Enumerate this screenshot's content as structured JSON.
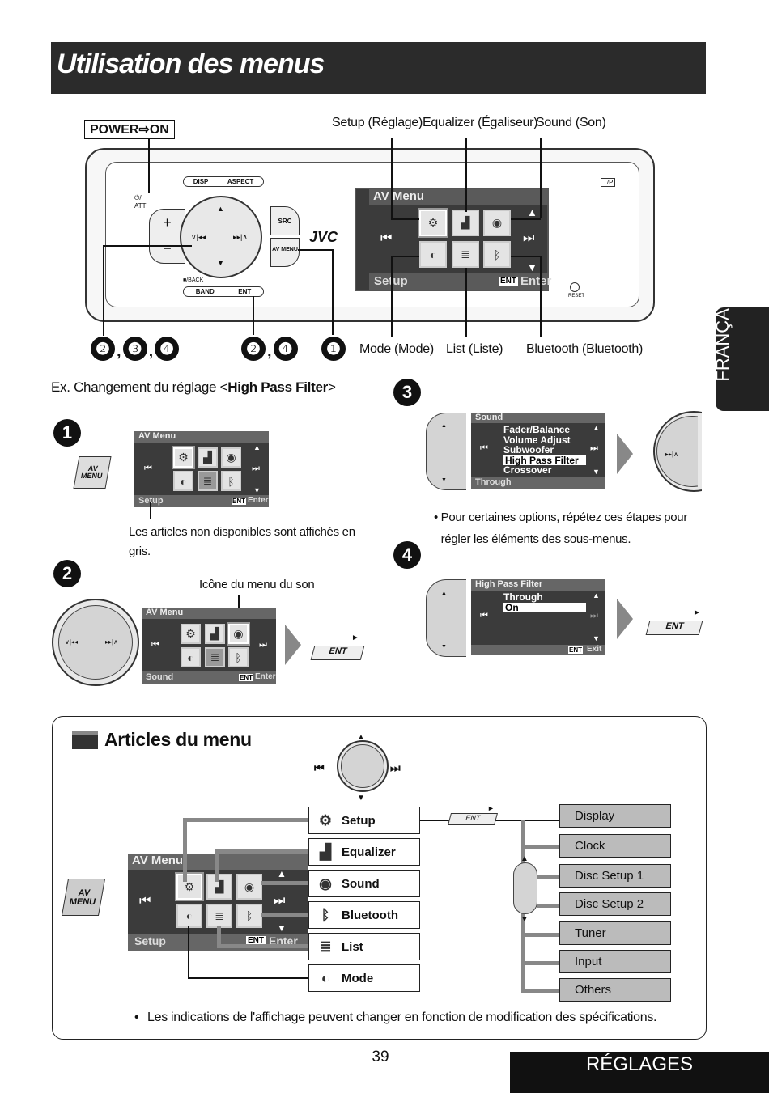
{
  "header": {
    "title": "Utilisation des menus"
  },
  "side_tab": "FRANÇAIS",
  "footer": {
    "page": "39",
    "section": "RÉGLAGES"
  },
  "top_labels": {
    "power": "POWER⇨ON",
    "setup": "Setup (Réglage)",
    "equalizer": "Equalizer (Égaliseur)",
    "sound": "Sound (Son)",
    "mode": "Mode (Mode)",
    "list": "List (Liste)",
    "bluetooth": "Bluetooth (Bluetooth)",
    "step_group_a": [
      "❷",
      "❸",
      "❹"
    ],
    "step_group_b": [
      "❷",
      "❹"
    ],
    "step_one": "❶"
  },
  "radio": {
    "disp": "DISP",
    "aspect": "ASPECT",
    "att": "⏻/I ATT",
    "src": "SRC",
    "av_menu": "AV MENU",
    "brand": "JVC",
    "back": "■/BACK",
    "band": "BAND",
    "ent": "ENT",
    "tp": "T/P",
    "reset": "RESET",
    "screen_title": "AV Menu",
    "screen_footer": "Setup",
    "screen_enter": "Enter",
    "screen_ent": "ENT"
  },
  "example_text_prefix": "Ex. Changement du réglage <",
  "example_text_bold": "High Pass Filter",
  "example_text_suffix": ">",
  "step1": {
    "num": "1",
    "title": "AV Menu",
    "footer": "Setup",
    "ent": "ENT",
    "enter": "Enter",
    "button": "AV MENU",
    "note": "Les articles non disponibles sont affichés en gris."
  },
  "step2": {
    "num": "2",
    "callout": "Icône du menu du son",
    "title": "AV Menu",
    "footer": "Sound",
    "ent": "ENT",
    "enter": "Enter",
    "button": "ENT"
  },
  "step3": {
    "num": "3",
    "header": "Sound",
    "items": [
      "Fader/Balance",
      "Volume Adjust",
      "Subwoofer",
      "High Pass Filter",
      "Crossover"
    ],
    "selected_index": 3,
    "footer": "Through",
    "note": "Pour certaines options, répétez ces étapes pour régler les éléments des sous-menus."
  },
  "step4": {
    "num": "4",
    "header": "High Pass Filter",
    "items": [
      "Through",
      "On"
    ],
    "selected_index": 1,
    "ent": "ENT",
    "exit": "Exit",
    "button": "ENT"
  },
  "menu_section": {
    "title": "Articles du menu",
    "av_menu_button": "AV MENU",
    "screen_title": "AV Menu",
    "screen_footer": "Setup",
    "screen_ent": "ENT",
    "screen_enter": "Enter",
    "items": [
      {
        "label": "Setup",
        "icon": "gear-icon"
      },
      {
        "label": "Equalizer",
        "icon": "equalizer-icon"
      },
      {
        "label": "Sound",
        "icon": "speaker-icon"
      },
      {
        "label": "Bluetooth",
        "icon": "bluetooth-icon"
      },
      {
        "label": "List",
        "icon": "list-icon"
      },
      {
        "label": "Mode",
        "icon": "mode-icon"
      }
    ],
    "ent_label": "ENT",
    "sub_items": [
      "Display",
      "Clock",
      "Disc Setup 1",
      "Disc Setup 2",
      "Tuner",
      "Input",
      "Others"
    ],
    "note": "Les indications de l'affichage peuvent changer en fonction de modification des spécifications."
  }
}
